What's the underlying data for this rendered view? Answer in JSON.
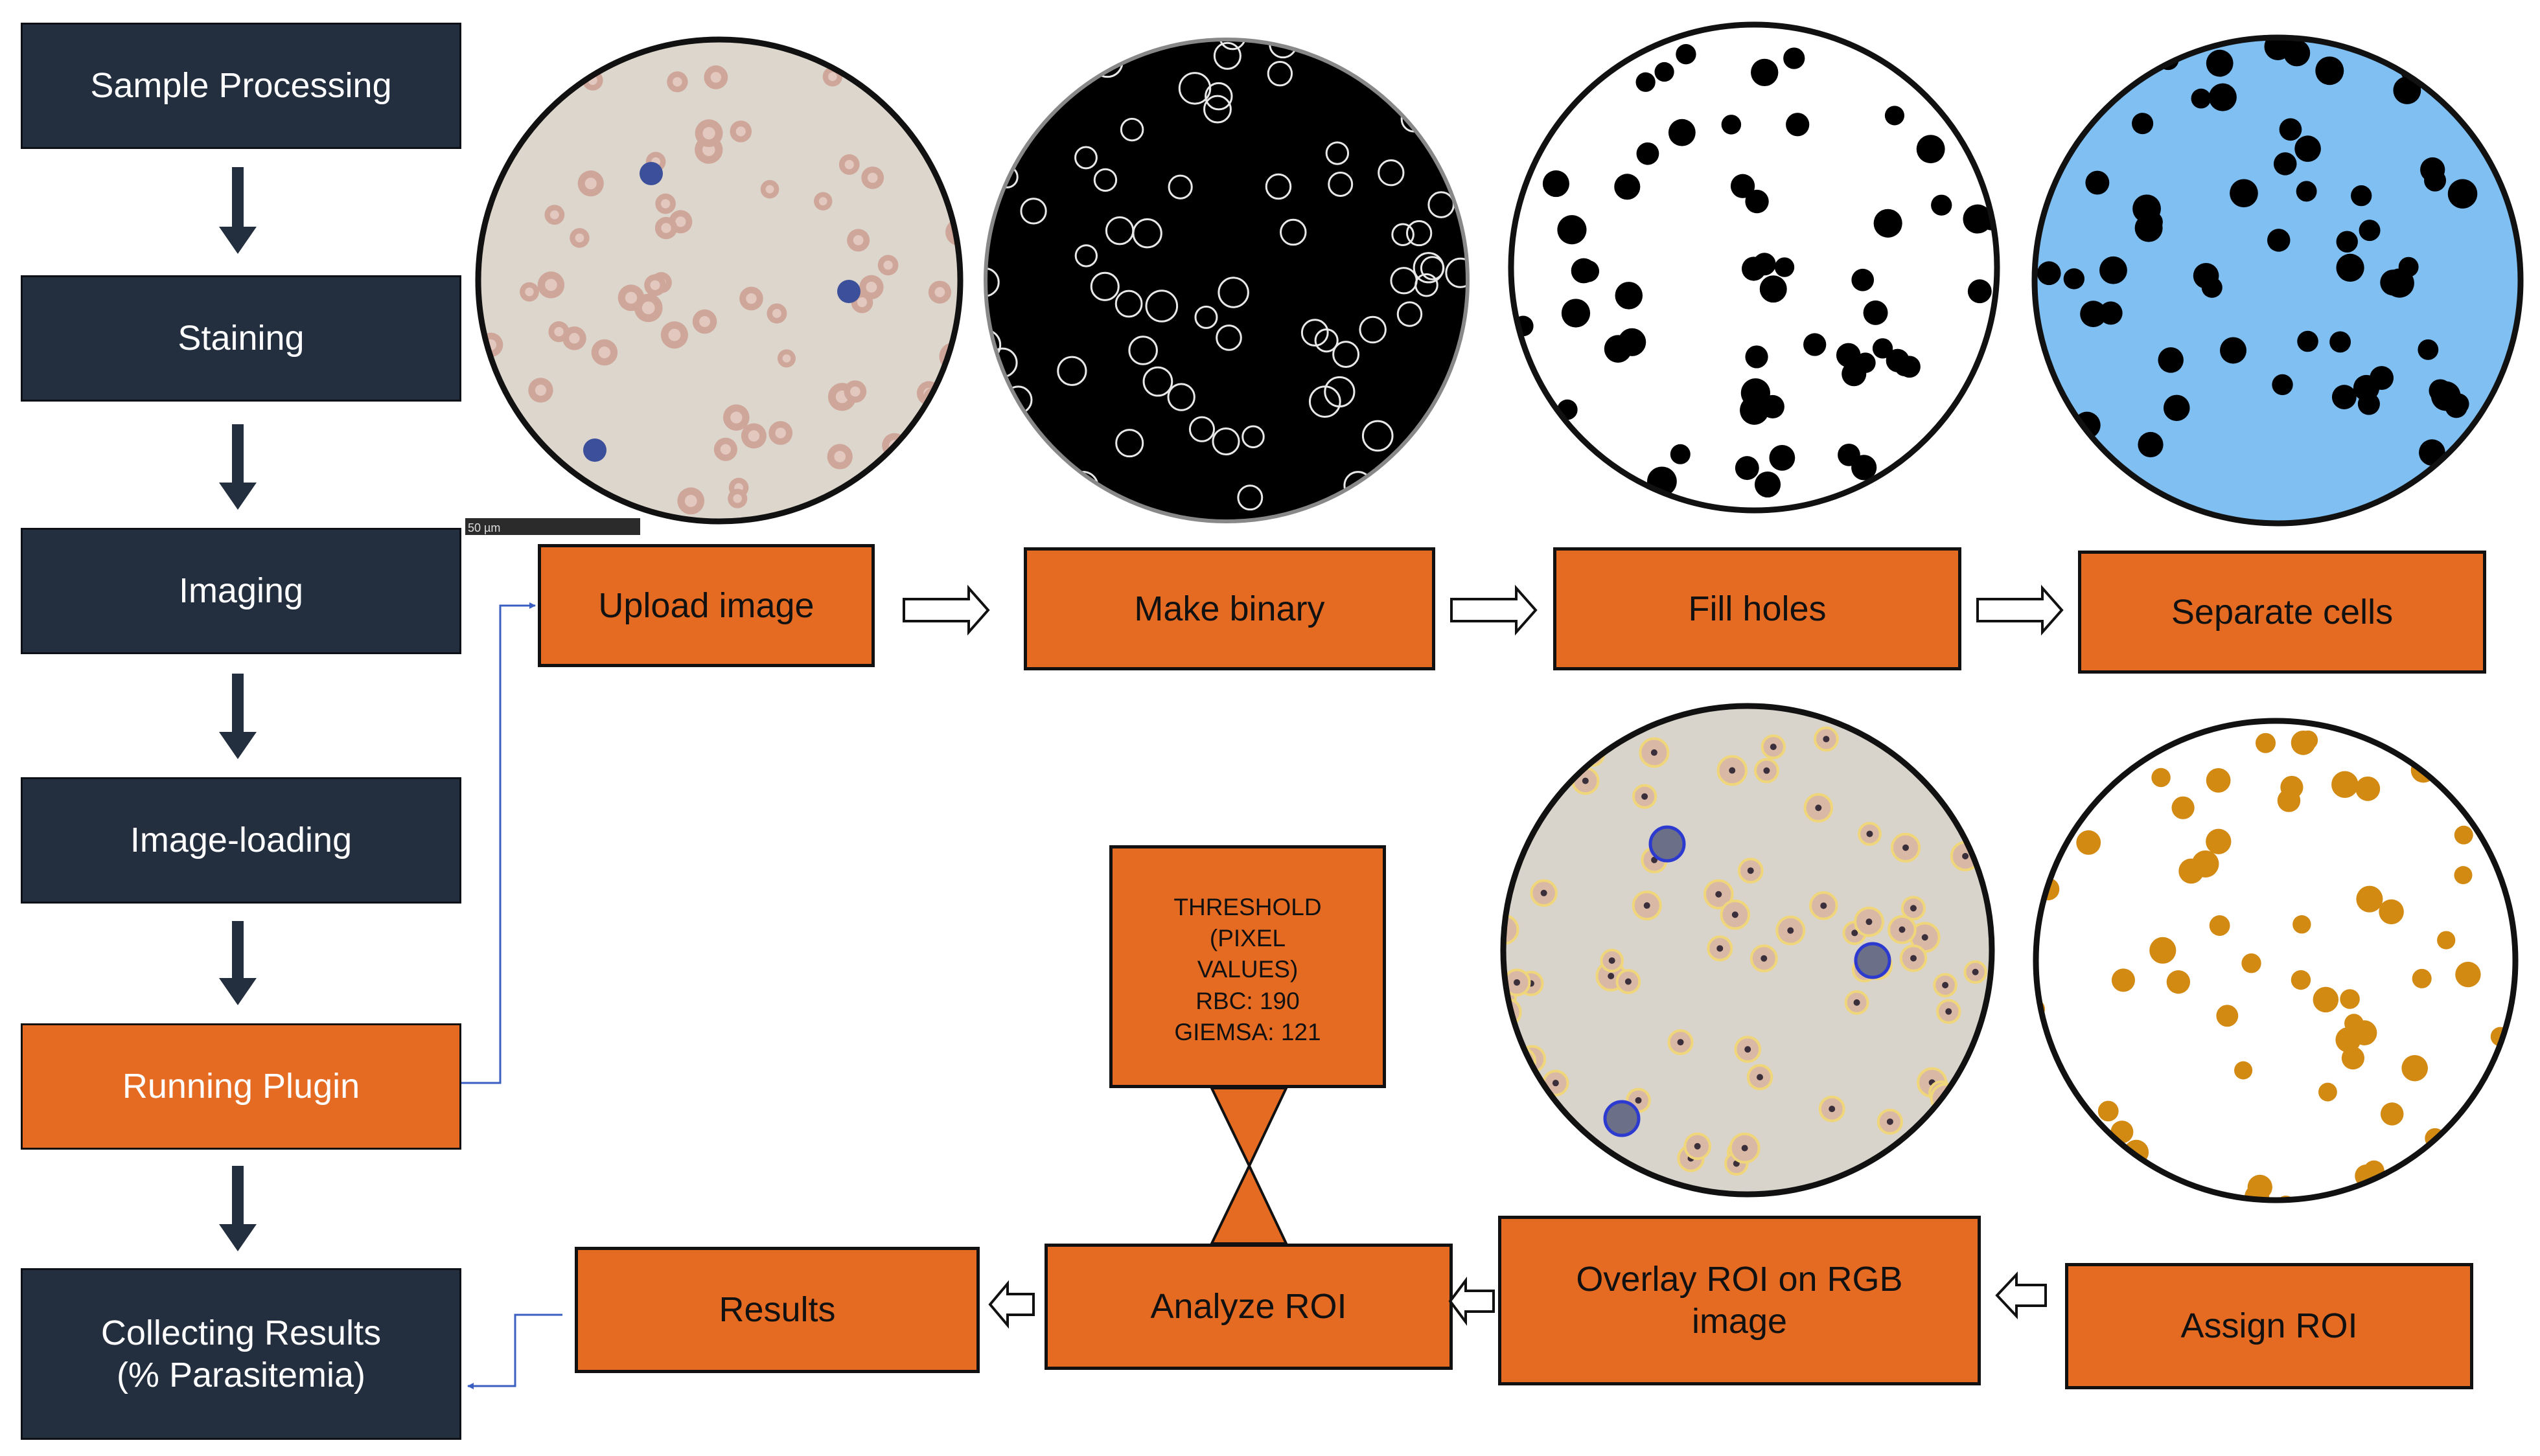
{
  "workflow": {
    "steps": [
      "Sample Processing",
      "Staining",
      "Imaging",
      "Image-loading",
      "Running Plugin",
      "Collecting Results\n(% Parasitemia)"
    ]
  },
  "plugin": {
    "top_row": [
      "Upload image",
      "Make binary",
      "Fill holes",
      "Separate cells"
    ],
    "bottom_row": [
      "Results",
      "Analyze ROI",
      "Overlay ROI on RGB\nimage",
      "Assign ROI"
    ],
    "threshold": "THRESHOLD\n(PIXEL\nVALUES)\nRBC: 190\nGIEMSA: 121"
  },
  "images": {
    "scale_bar_label": "50 µm"
  },
  "colors": {
    "dark_box": "#232f3f",
    "orange_box": "#e56b23",
    "link_arrow": "#3b5fc0",
    "bg_stained": "#ddd6cc",
    "bg_binary": "#000000",
    "bg_separated": "#7fbff2",
    "roi_fill": "#d38a12"
  }
}
